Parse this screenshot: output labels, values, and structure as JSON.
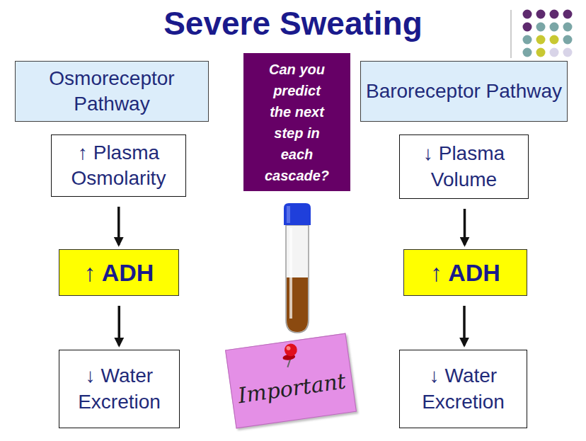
{
  "diagram": {
    "title": "Severe Sweating",
    "nodes": [
      {
        "text": [
          "Osmoreceptor Pathway"
        ]
      },
      {
        "text": [
          "↑ Plasma Osmolarity"
        ]
      },
      {
        "text": [
          "↑ ADH"
        ]
      },
      {
        "text": [
          "↓ Water Excretion"
        ]
      },
      {
        "text": [
          "Can you predict the next step in each cascade?"
        ]
      },
      {
        "text": [
          "Important"
        ]
      },
      {
        "text": [
          "Baroreceptor Pathway"
        ]
      },
      {
        "text": [
          "↓ Plasma Volume"
        ]
      },
      {
        "text": [
          "↑ ADH"
        ]
      },
      {
        "text": [
          "↓ Water Excretion"
        ]
      }
    ],
    "edges": [
      {
        "from": 1,
        "to": 2,
        "arrow": "to"
      },
      {
        "from": 2,
        "to": 3,
        "arrow": "to"
      },
      {
        "from": 7,
        "to": 8,
        "arrow": "to"
      },
      {
        "from": 8,
        "to": 9,
        "arrow": "to"
      }
    ]
  }
}
